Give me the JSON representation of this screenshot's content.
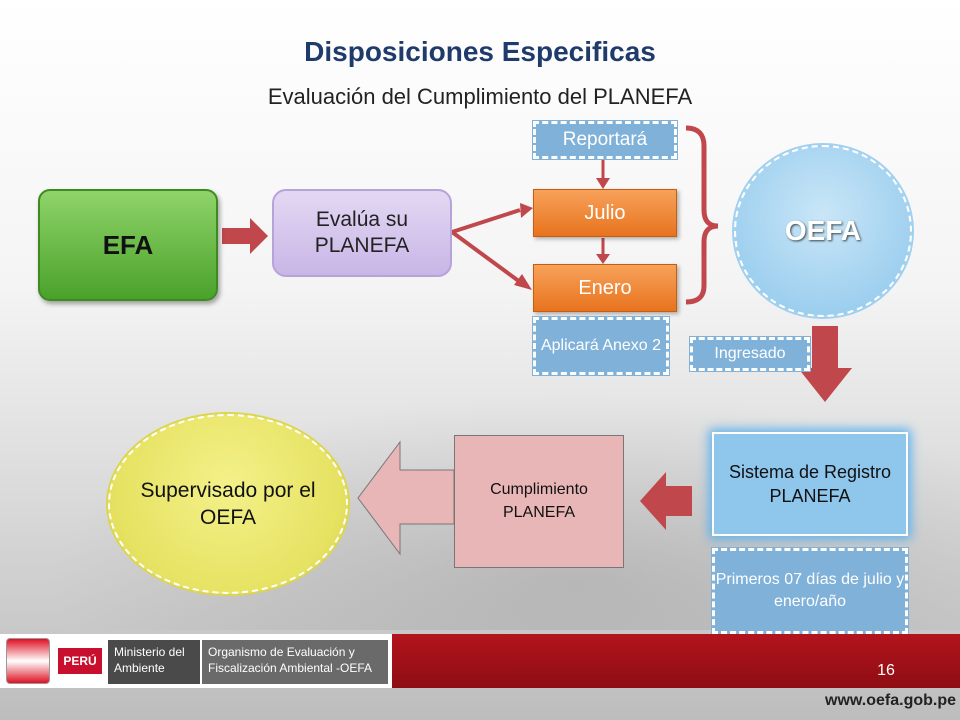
{
  "slide": {
    "title": "Disposiciones Especificas",
    "subtitle": "Evaluación del Cumplimiento del PLANEFA",
    "page_number": "16",
    "url": "www.oefa.gob.pe"
  },
  "nodes": {
    "efa": "EFA",
    "evalua": "Evalúa su PLANEFA",
    "julio": "Julio",
    "enero": "Enero",
    "reportara": "Reportará",
    "aplicara": "Aplicará Anexo 2",
    "oefa": "OEFA",
    "ingresado": "Ingresado",
    "sistema": "Sistema de Registro PLANEFA",
    "primeros": "Primeros 07 días de julio y enero/año",
    "cumplimiento": "Cumplimiento PLANEFA",
    "supervisado": "Supervisado por el OEFA"
  },
  "footer": {
    "peru": "PERÚ",
    "ministerio": "Ministerio del Ambiente",
    "organismo": "Organismo de Evaluación y Fiscalización Ambiental -OEFA"
  },
  "colors": {
    "title": "#1f3b6b",
    "efa_green": "#4aa22a",
    "orange": "#e8731e",
    "arrow_red": "#c0474b",
    "footer_red": "#b3141c"
  }
}
